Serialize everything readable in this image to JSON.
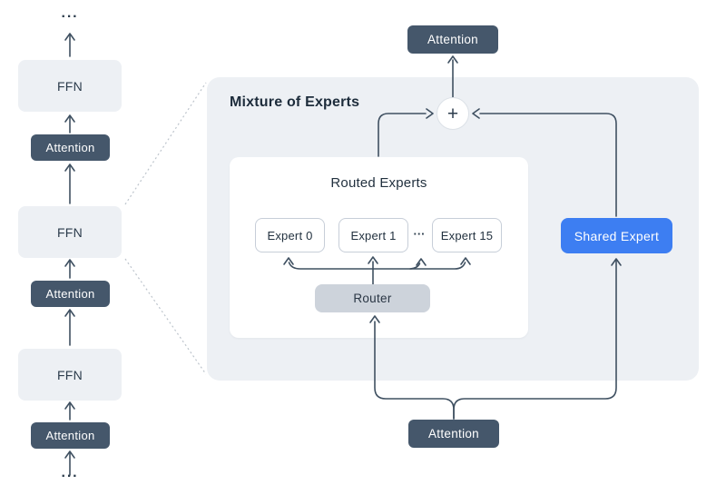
{
  "diagram": {
    "left_stack": {
      "ellipsis_top": "···",
      "ellipsis_bottom": "···",
      "layers": [
        {
          "label": "FFN"
        },
        {
          "label": "Attention"
        },
        {
          "label": "FFN"
        },
        {
          "label": "Attention"
        },
        {
          "label": "FFN"
        },
        {
          "label": "Attention"
        }
      ]
    },
    "moe_panel": {
      "title": "Mixture of Experts",
      "routed_experts": {
        "title": "Routed Experts",
        "experts": [
          "Expert 0",
          "Expert 1",
          "Expert 15"
        ],
        "ellipsis": "···",
        "router_label": "Router"
      },
      "shared_expert_label": "Shared Expert",
      "sum_symbol": "+"
    },
    "top_attention_label": "Attention",
    "bottom_attention_label": "Attention",
    "colors": {
      "page_bg": "#ffffff",
      "panel_bg": "#edf0f4",
      "light_box_bg": "#edf0f4",
      "dark_box_bg": "#45576b",
      "router_bg": "#cdd3db",
      "shared_expert_bg": "#3d7ef2",
      "expert_border": "#c7ced8",
      "line": "#3f5061",
      "dotted_line": "#bdc4cc"
    }
  }
}
